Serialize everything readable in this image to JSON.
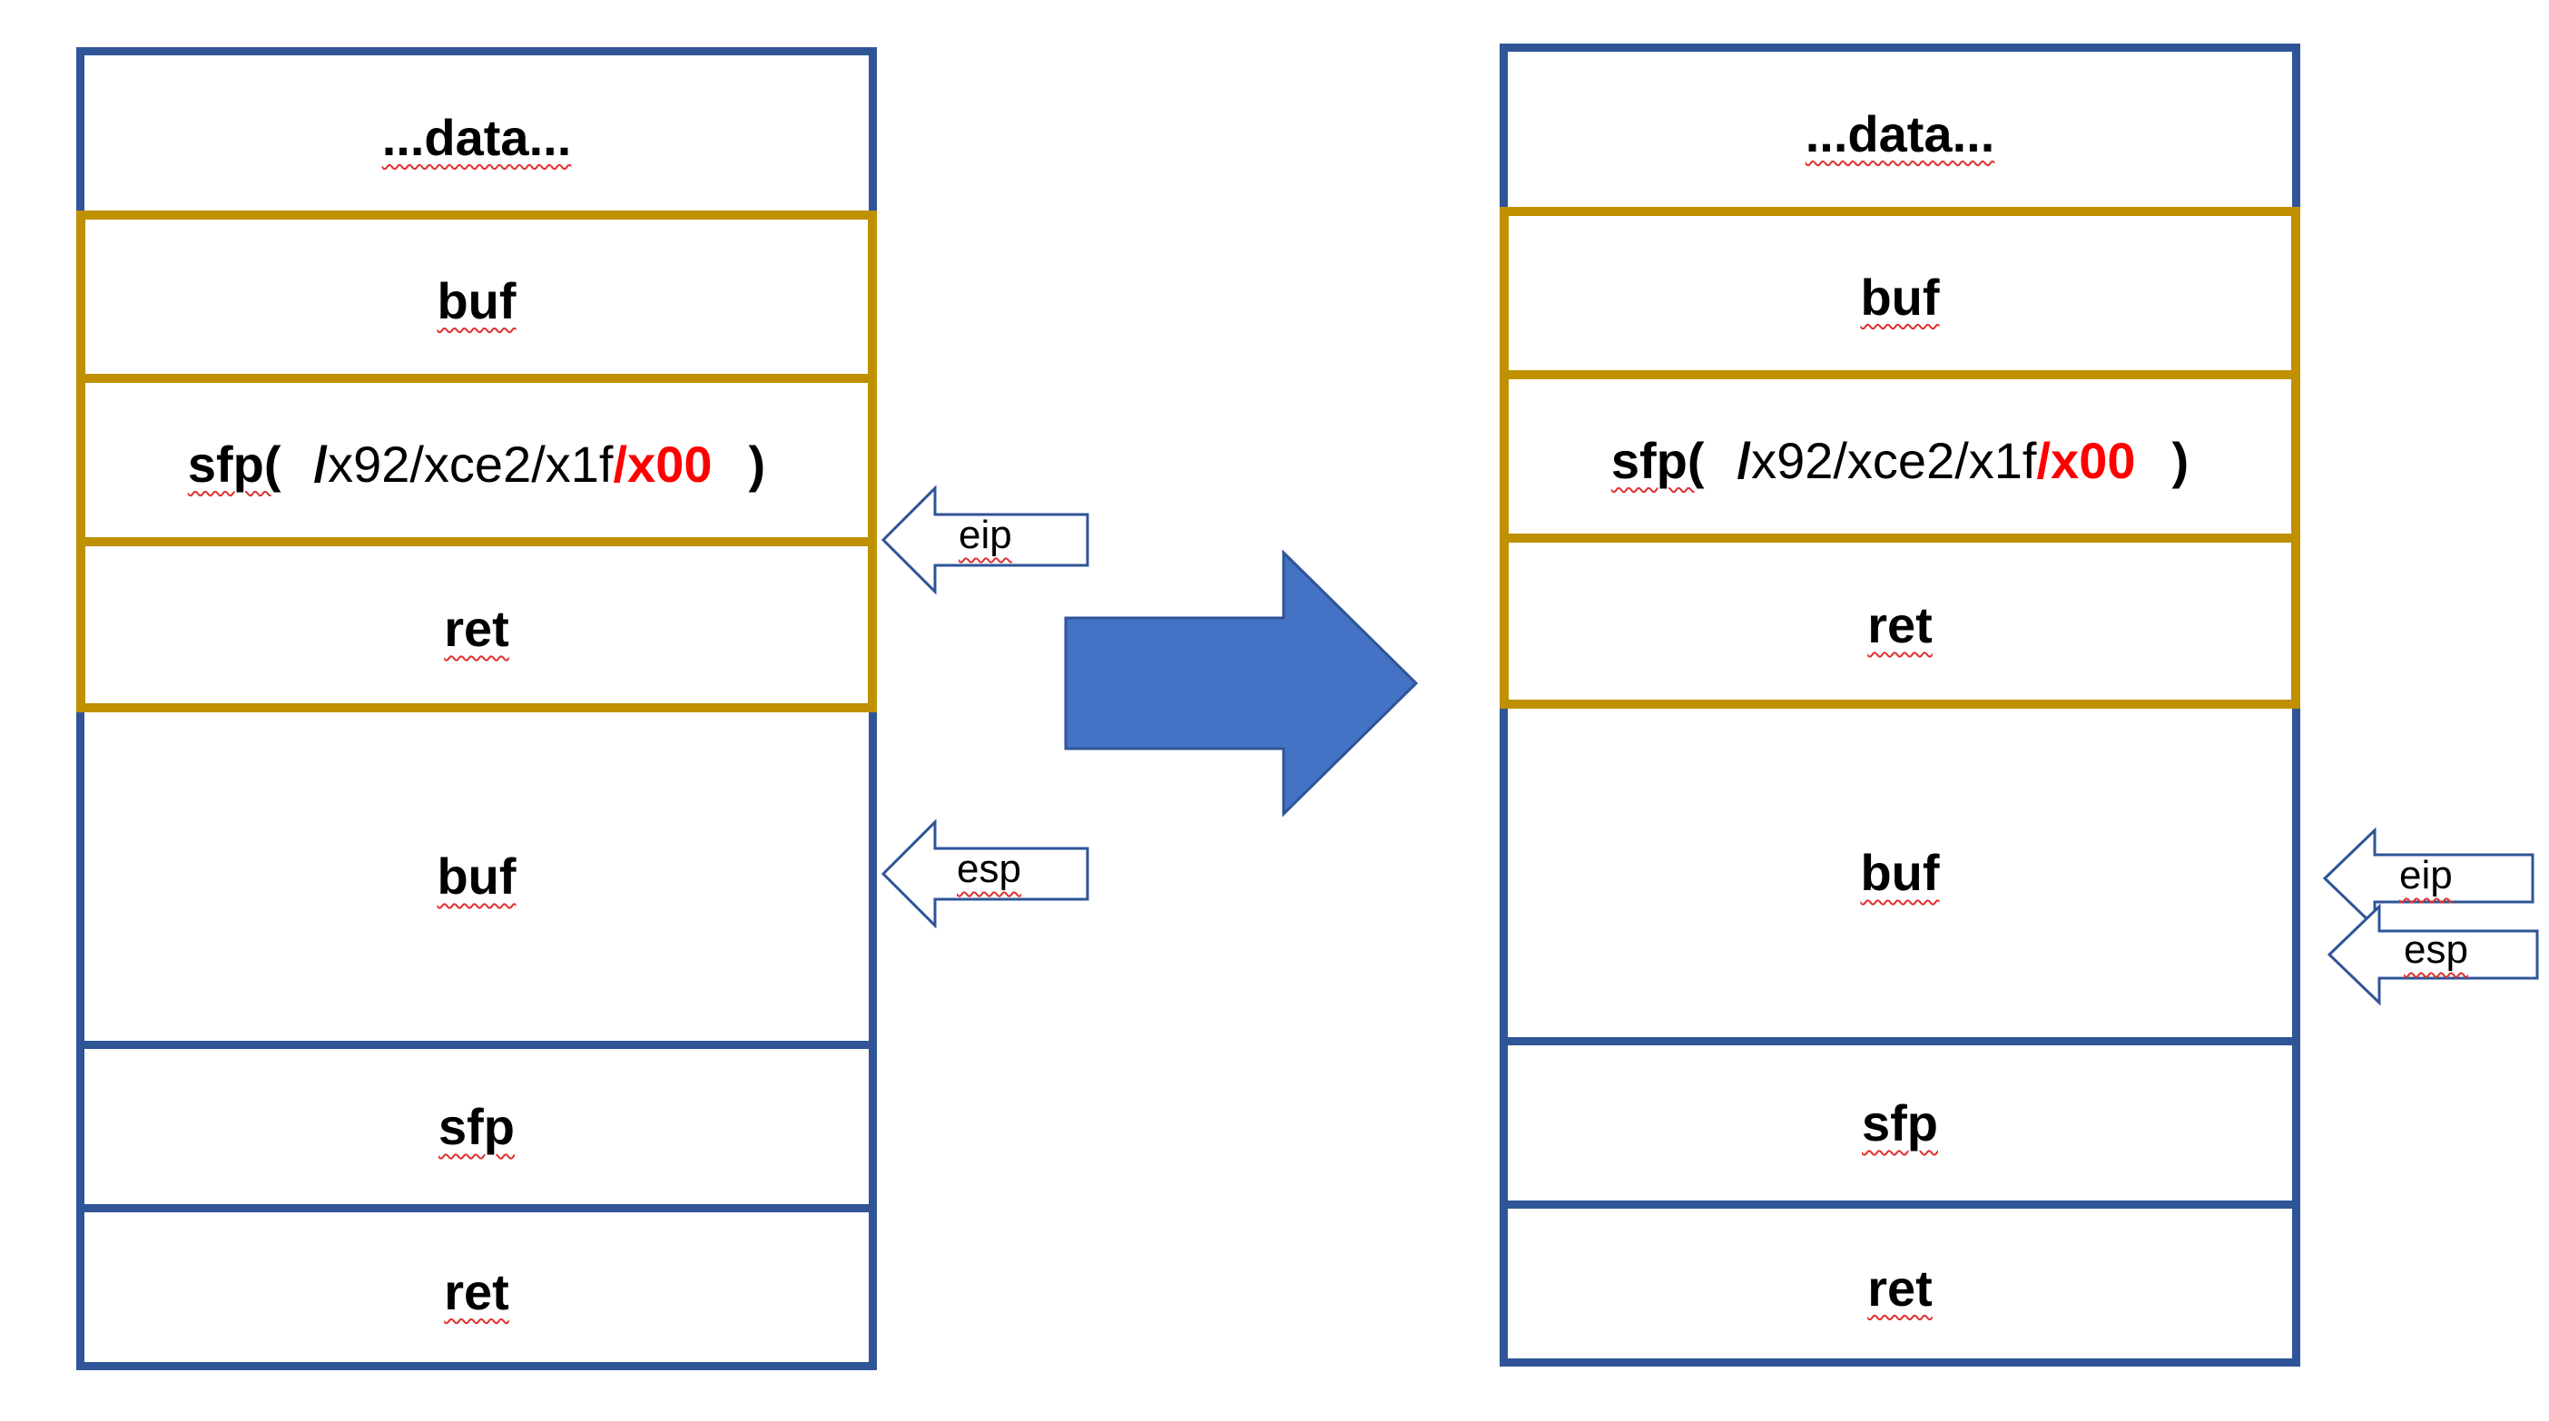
{
  "left_stack": {
    "cells": [
      "...data...",
      "buf",
      "sfp",
      "ret",
      "buf",
      "sfp",
      "ret"
    ],
    "sfp_prefix": "sfp(",
    "sfp_slash": "/",
    "sfp_hex": "x92/xce2/x1f",
    "sfp_null": "/x00",
    "sfp_close": ")"
  },
  "right_stack": {
    "cells": [
      "...data...",
      "buf",
      "sfp",
      "ret",
      "buf",
      "sfp",
      "ret"
    ],
    "sfp_prefix": "sfp(",
    "sfp_slash": "/",
    "sfp_hex": "x92/xce2/x1f",
    "sfp_null": "/x00",
    "sfp_close": ")"
  },
  "pointers": {
    "left_eip": "eip",
    "left_esp": "esp",
    "right_eip": "eip",
    "right_esp": "esp"
  },
  "colors": {
    "stack_border": "#2f5597",
    "frame_border": "#bf9000",
    "transition_arrow": "#4472c4",
    "null_byte": "#ff0000"
  }
}
